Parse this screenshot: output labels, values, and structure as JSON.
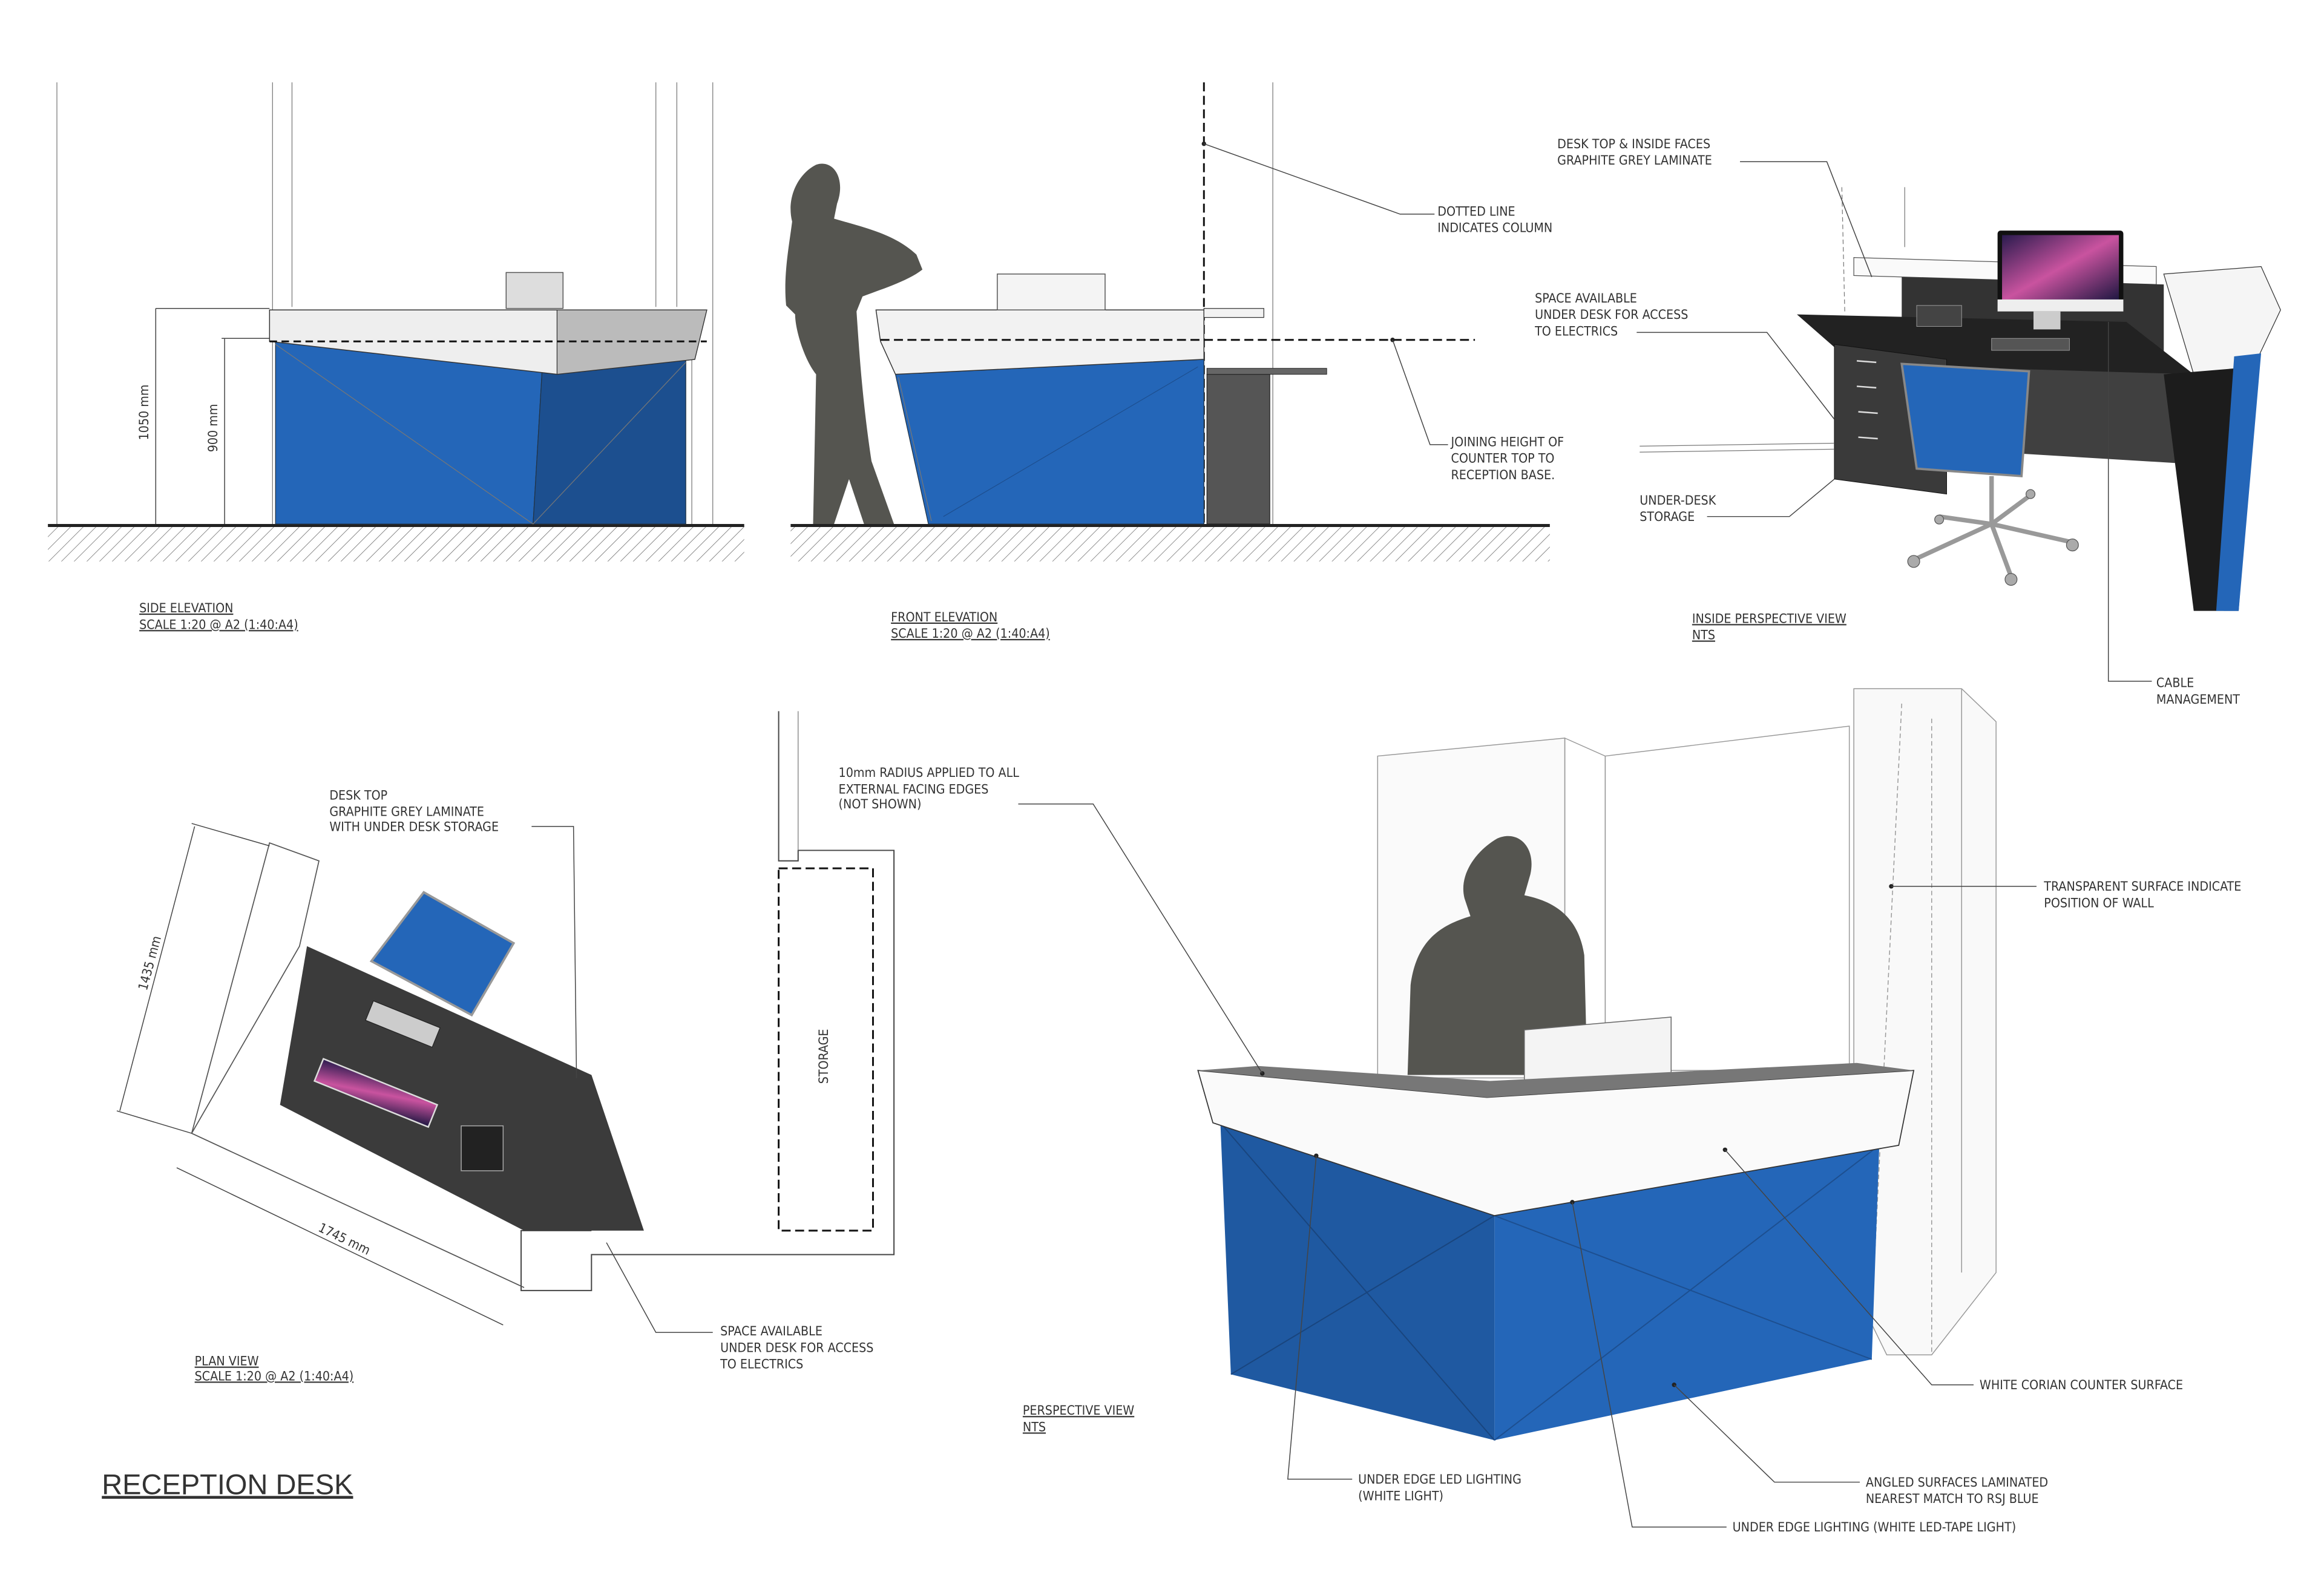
{
  "title": "RECEPTION DESK",
  "colors": {
    "blue": "#2466b8",
    "blue_dark": "#1c4f8f",
    "graphite": "#3b3b3b",
    "white_counter": "#f4f4f4",
    "silhouette": "#555550"
  },
  "side_elevation": {
    "title": "SIDE ELEVATION",
    "scale": "SCALE 1:20 @ A2 (1:40:A4)",
    "dim_total": "1050 mm",
    "dim_base": "900 mm"
  },
  "front_elevation": {
    "title": "FRONT ELEVATION",
    "scale": "SCALE 1:20 @ A2 (1:40:A4)",
    "note_column": [
      "DOTTED LINE",
      "INDICATES COLUMN"
    ],
    "note_joining": [
      "JOINING HEIGHT OF",
      "COUNTER TOP TO",
      "RECEPTION BASE."
    ]
  },
  "inside_perspective": {
    "title": "INSIDE PERSPECTIVE VIEW",
    "scale": "NTS",
    "note_desktop": [
      "DESK TOP & INSIDE FACES",
      "GRAPHITE GREY LAMINATE"
    ],
    "note_space": [
      "SPACE AVAILABLE",
      "UNDER DESK FOR ACCESS",
      "TO ELECTRICS"
    ],
    "note_storage": [
      "UNDER-DESK",
      "STORAGE"
    ],
    "note_cable": [
      "CABLE",
      "MANAGEMENT"
    ]
  },
  "plan_view": {
    "title": "PLAN VIEW",
    "scale": "SCALE 1:20 @ A2 (1:40:A4)",
    "note_desktop": [
      "DESK TOP",
      "GRAPHITE GREY LAMINATE",
      "WITH UNDER DESK STORAGE"
    ],
    "dim_depth": "1435 mm",
    "dim_width": "1745 mm",
    "storage_label": "STORAGE",
    "note_space": [
      "SPACE AVAILABLE",
      "UNDER DESK FOR ACCESS",
      "TO ELECTRICS"
    ]
  },
  "perspective": {
    "title": "PERSPECTIVE VIEW",
    "scale": "NTS",
    "note_radius": [
      "10mm RADIUS APPLIED TO ALL",
      "EXTERNAL FACING EDGES",
      "(NOT SHOWN)"
    ],
    "note_wall": [
      "TRANSPARENT SURFACE INDICATE",
      "POSITION OF WALL"
    ],
    "note_corian": "WHITE CORIAN COUNTER SURFACE",
    "note_led": [
      "UNDER EDGE LED LIGHTING",
      "(WHITE LIGHT)"
    ],
    "note_angled": [
      "ANGLED SURFACES LAMINATED",
      "NEAREST MATCH TO RSJ BLUE"
    ],
    "note_tape": "UNDER EDGE LIGHTING (WHITE LED-TAPE LIGHT)"
  }
}
